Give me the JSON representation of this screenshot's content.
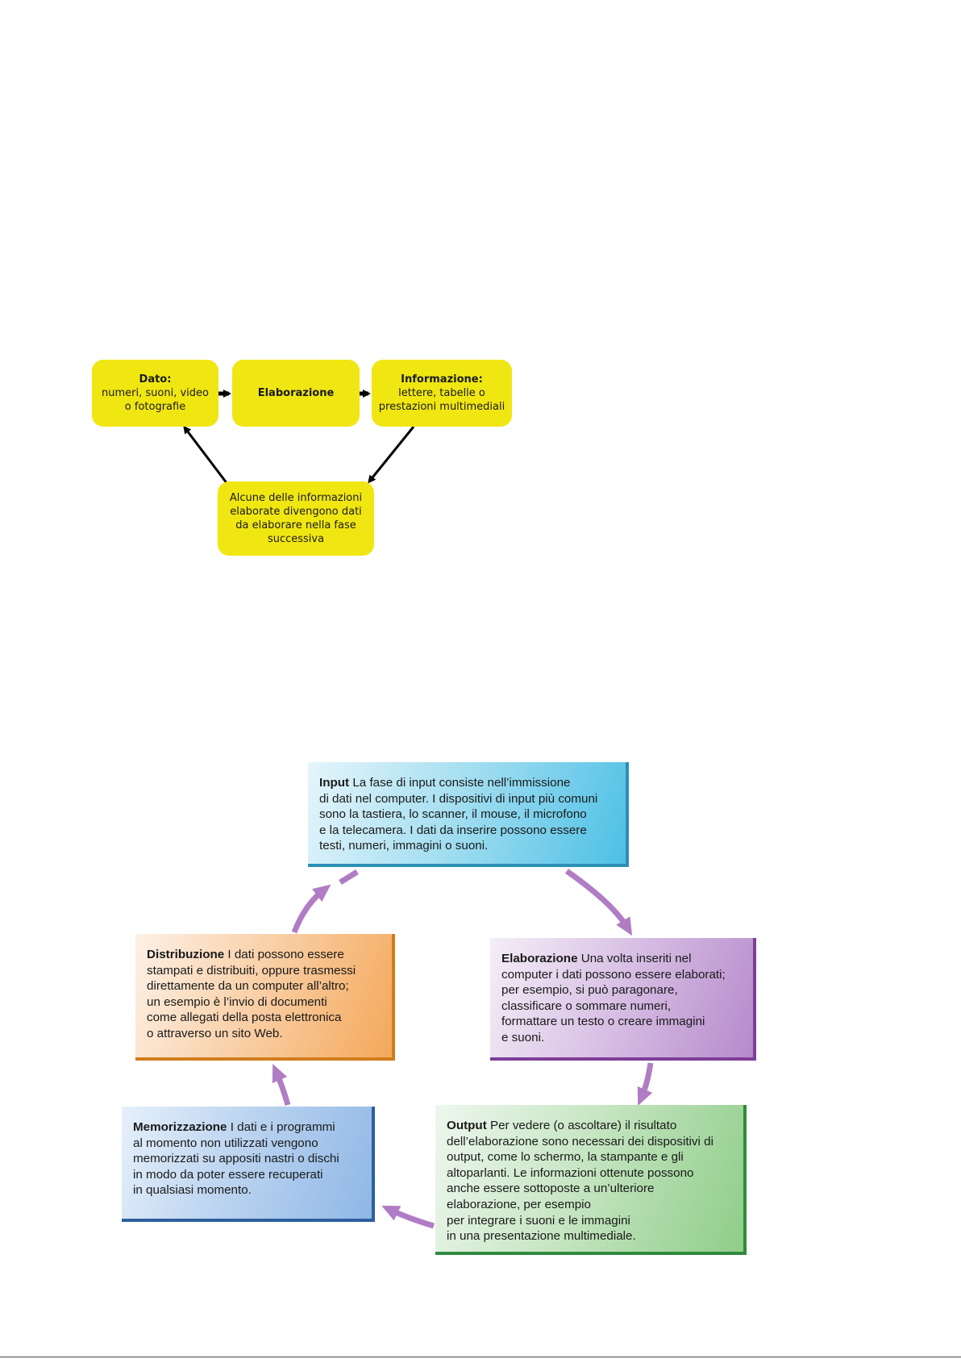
{
  "flow": {
    "dato": {
      "title": "Dato:",
      "line1": "numeri, suoni, video",
      "line2": "o fotografie"
    },
    "elaborazione": {
      "label": "Elaborazione"
    },
    "informazione": {
      "title": "Informazione:",
      "line1": "lettere, tabelle o",
      "line2": "prestazioni multimediali"
    },
    "loop": {
      "line1": "Alcune delle informazioni",
      "line2": "elaborate divengono dati",
      "line3": "da elaborare nella fase",
      "line4": "successiva"
    },
    "colors": {
      "box": "#f0e612",
      "arrow": "#000000"
    }
  },
  "cycle": {
    "input": {
      "title": "Input",
      "lines": [
        " La fase di input consiste nell’immissione",
        "di dati nel computer. I dispositivi di input più comuni",
        "sono la tastiera, lo scanner, il mouse, il microfono",
        "e la telecamera. I dati da inserire possono essere",
        "testi, numeri, immagini o suoni."
      ]
    },
    "elaborazione": {
      "title": "Elaborazione",
      "lines": [
        " Una volta inseriti nel",
        "computer i dati possono essere elaborati;",
        "per esempio, si può paragonare,",
        "classificare o sommare numeri,",
        "formattare un testo o creare immagini",
        "e suoni."
      ]
    },
    "output": {
      "title": "Output",
      "lines": [
        " Per vedere (o ascoltare) il risultato",
        "dell’elaborazione sono necessari dei dispositivi di",
        "output, come lo schermo, la stampante e gli",
        "altoparlanti. Le informazioni ottenute possono",
        "anche essere sottoposte a un’ulteriore",
        "elaborazione, per esempio",
        "per integrare i suoni e le immagini",
        "in una presentazione multimediale."
      ]
    },
    "memorizzazione": {
      "title": "Memorizzazione",
      "lines": [
        " I dati e i programmi",
        "al momento non utilizzati vengono",
        "memorizzati su appositi nastri o dischi",
        "in modo da poter essere recuperati",
        "in qualsiasi momento."
      ]
    },
    "distribuzione": {
      "title": "Distribuzione",
      "lines": [
        " I dati possono essere",
        "stampati e distribuiti, oppure trasmessi",
        "direttamente da un computer all’altro;",
        "un esempio è l’invio di documenti",
        "come allegati della posta elettronica",
        "o attraverso un sito Web."
      ]
    },
    "colors": {
      "arrow": "#b07cc4",
      "input": "#4dc0e5",
      "elaborazione": "#b68acb",
      "output": "#8fcd89",
      "memorizzazione": "#8fb7e6",
      "distribuzione": "#f4a85a"
    }
  }
}
